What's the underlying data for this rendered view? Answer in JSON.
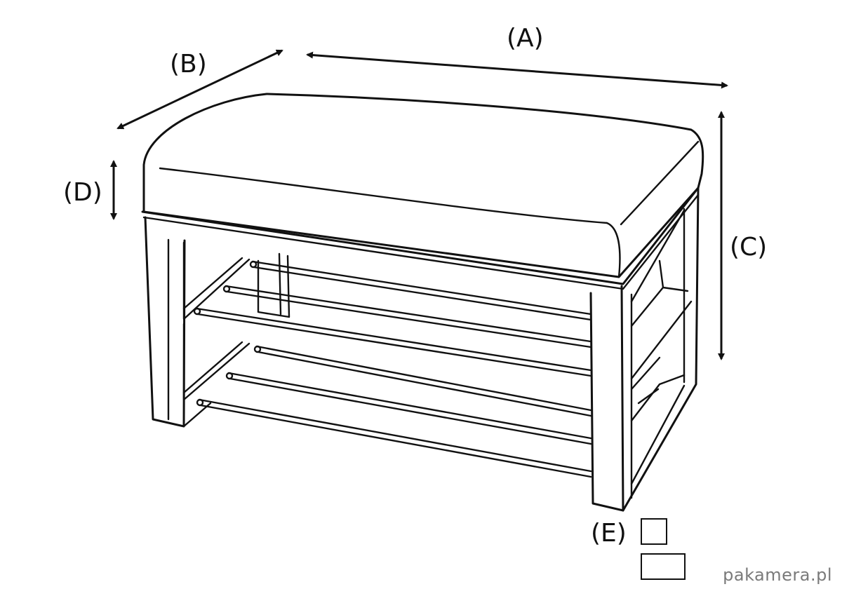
{
  "dimensions": {
    "a": "(A)",
    "b": "(B)",
    "c": "(C)",
    "d": "(D)",
    "e": "(E)"
  },
  "watermark": "pakamera.pl",
  "colors": {
    "line": "#111111",
    "background": "#ffffff",
    "watermark": "#7a7a7a"
  }
}
